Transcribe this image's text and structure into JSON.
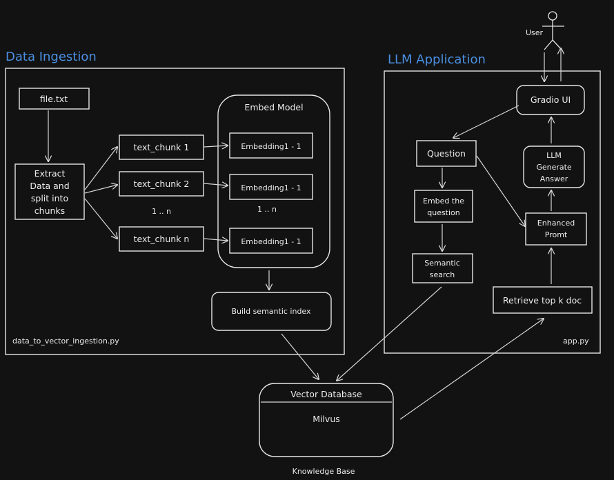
{
  "sections": {
    "ingestion_title": "Data Ingestion",
    "app_title": "LLM Application",
    "ingestion_script": "data_to_vector_ingestion.py",
    "app_script": "app.py"
  },
  "ingestion": {
    "file": "file.txt",
    "extract": [
      "Extract",
      "Data and",
      "split into",
      "chunks"
    ],
    "chunk1": "text_chunk 1",
    "chunk2": "text_chunk 2",
    "chunkn": "text_chunk n",
    "chunk_ellipsis": "1 .. n",
    "embed_model": "Embed Model",
    "emb1": "Embedding1 - 1",
    "emb2": "Embedding1 - 1",
    "embn": "Embedding1 - 1",
    "emb_ellipsis": "1 .. n",
    "build_index": "Build semantic index"
  },
  "app": {
    "user": "User",
    "gradio": "Gradio UI",
    "question": "Question",
    "embed_q": [
      "Embed the",
      "question"
    ],
    "semantic": [
      "Semantic",
      "search"
    ],
    "llm": [
      "LLM",
      "Generate",
      "Answer"
    ],
    "enhanced": [
      "Enhanced",
      "Promt"
    ],
    "retrieve": "Retrieve top k doc"
  },
  "db": {
    "header": "Vector Database",
    "name": "Milvus",
    "caption": "Knowledge Base"
  },
  "colors": {
    "background": "#121212",
    "stroke": "#e6e6e6",
    "title_blue": "#4a90e2"
  }
}
